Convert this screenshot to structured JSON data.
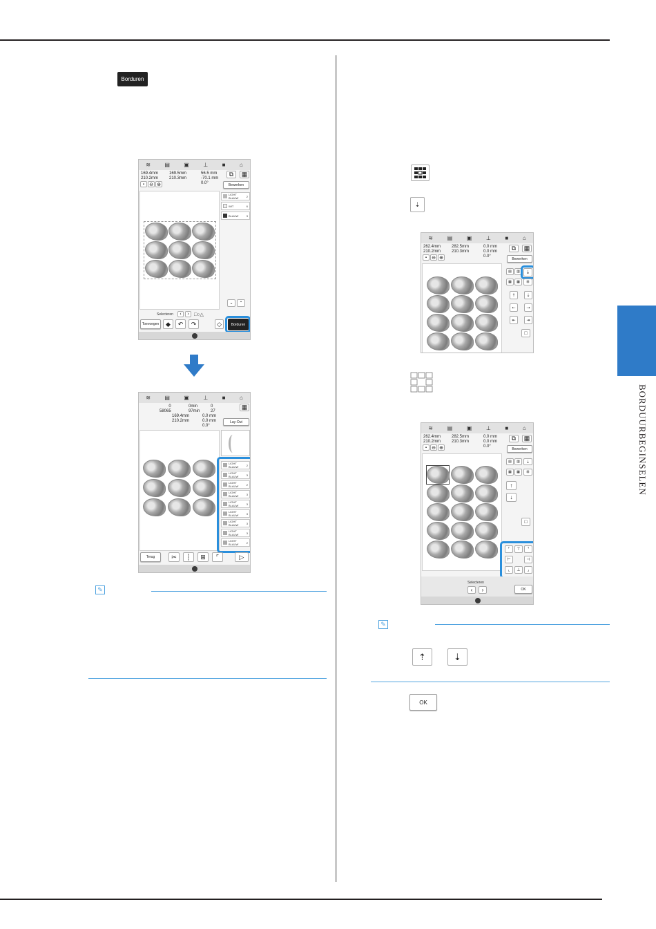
{
  "side_tab": {
    "label": "BORDUURBEGINSELEN",
    "color": "#2f7bc8"
  },
  "buttons": {
    "borduren": "Borduren",
    "ok": "OK"
  },
  "screen1": {
    "readout_left": "169.4mm\n210.2mm",
    "readout_mid": "169.5mm\n210.3mm",
    "readout_right": "56.5 mm\n-70.1 mm\n0.0°",
    "bewerken": "Bewerken",
    "list": [
      "LIGHT BLAUW",
      "WIT",
      "BLAUW"
    ],
    "list_counts": [
      "2",
      "6",
      "3"
    ],
    "selecteren": "Selecteren",
    "toevoegen": "Toevoegen",
    "borduren": "Borduren"
  },
  "screen2": {
    "counts": "0\n58065",
    "time": "0min\n97min",
    "stops": "0\n27",
    "readout_mid": "169.4mm\n210.2mm",
    "readout_right": "0.0 mm\n0.0 mm\n0.0°",
    "layout": "Lay-Out",
    "list": [
      "LIGHT BLAUW",
      "LIGHT BLAUW",
      "LIGHT BLAUW",
      "LIGHT BLAUW",
      "LIGHT BLAUW",
      "LIGHT BLAUW",
      "LIGHT BLAUW",
      "LIGHT BLAUW",
      "LIGHT BLAUW"
    ],
    "list_counts": [
      "2",
      "3",
      "2",
      "3",
      "3",
      "3",
      "3",
      "3",
      "2"
    ],
    "terug": "Terug"
  },
  "screen3": {
    "readout_left": "262.4mm\n210.2mm",
    "readout_mid": "282.5mm\n210.3mm",
    "readout_right": "0.0 mm\n0.0 mm\n0.0°",
    "bewerken": "Bewerken"
  },
  "screen4": {
    "readout_left": "262.4mm\n210.2mm",
    "readout_mid": "282.5mm\n210.3mm",
    "readout_right": "0.0 mm\n0.0 mm\n0.0°",
    "bewerken": "Bewerken",
    "selecteren": "Selecteren",
    "ok": "OK"
  },
  "colors": {
    "highlight": "#2a8fdc",
    "note_line": "#4fa3e0",
    "arrow": "#2f7bc8"
  }
}
